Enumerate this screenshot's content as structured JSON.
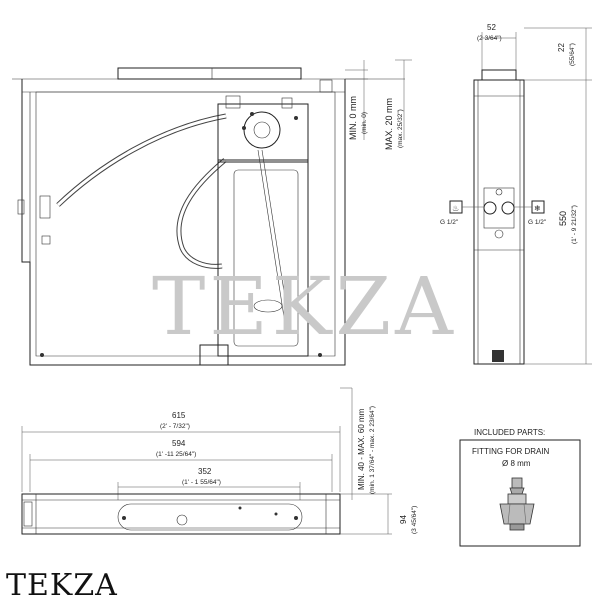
{
  "watermark": "TEKZA",
  "brand": "TEKZA",
  "front_view": {
    "dim_min0": "MIN. 0 mm",
    "dim_min0_sub": "(min. 0)",
    "dim_max20": "MAX. 20 mm",
    "dim_max20_sub": "(max. 25/32\")"
  },
  "side_view": {
    "width_mm": "52",
    "width_in": "(2 3/64\")",
    "top_mm": "22",
    "top_in": "(55/64\")",
    "height_mm": "550",
    "height_in": "(1' - 9 21/32\")",
    "hot_label": "G 1/2\"",
    "cold_label": "G 1/2\""
  },
  "top_view": {
    "w615": "615",
    "w615_in": "(2' - 7/32\")",
    "w594": "594",
    "w594_in": "(1' -11 25/64\")",
    "w352": "352",
    "w352_in": "(1' - 1 55/64\")",
    "depth_mm": "94",
    "depth_in": "(3 45/64\")",
    "range_mm": "MIN. 40 - MAX. 60 mm",
    "range_in": "(min. 1 37/64\" - max. 2 23/64\")"
  },
  "parts": {
    "heading": "INCLUDED PARTS:",
    "name": "FITTING FOR DRAIN",
    "size": "Ø 8 mm"
  }
}
